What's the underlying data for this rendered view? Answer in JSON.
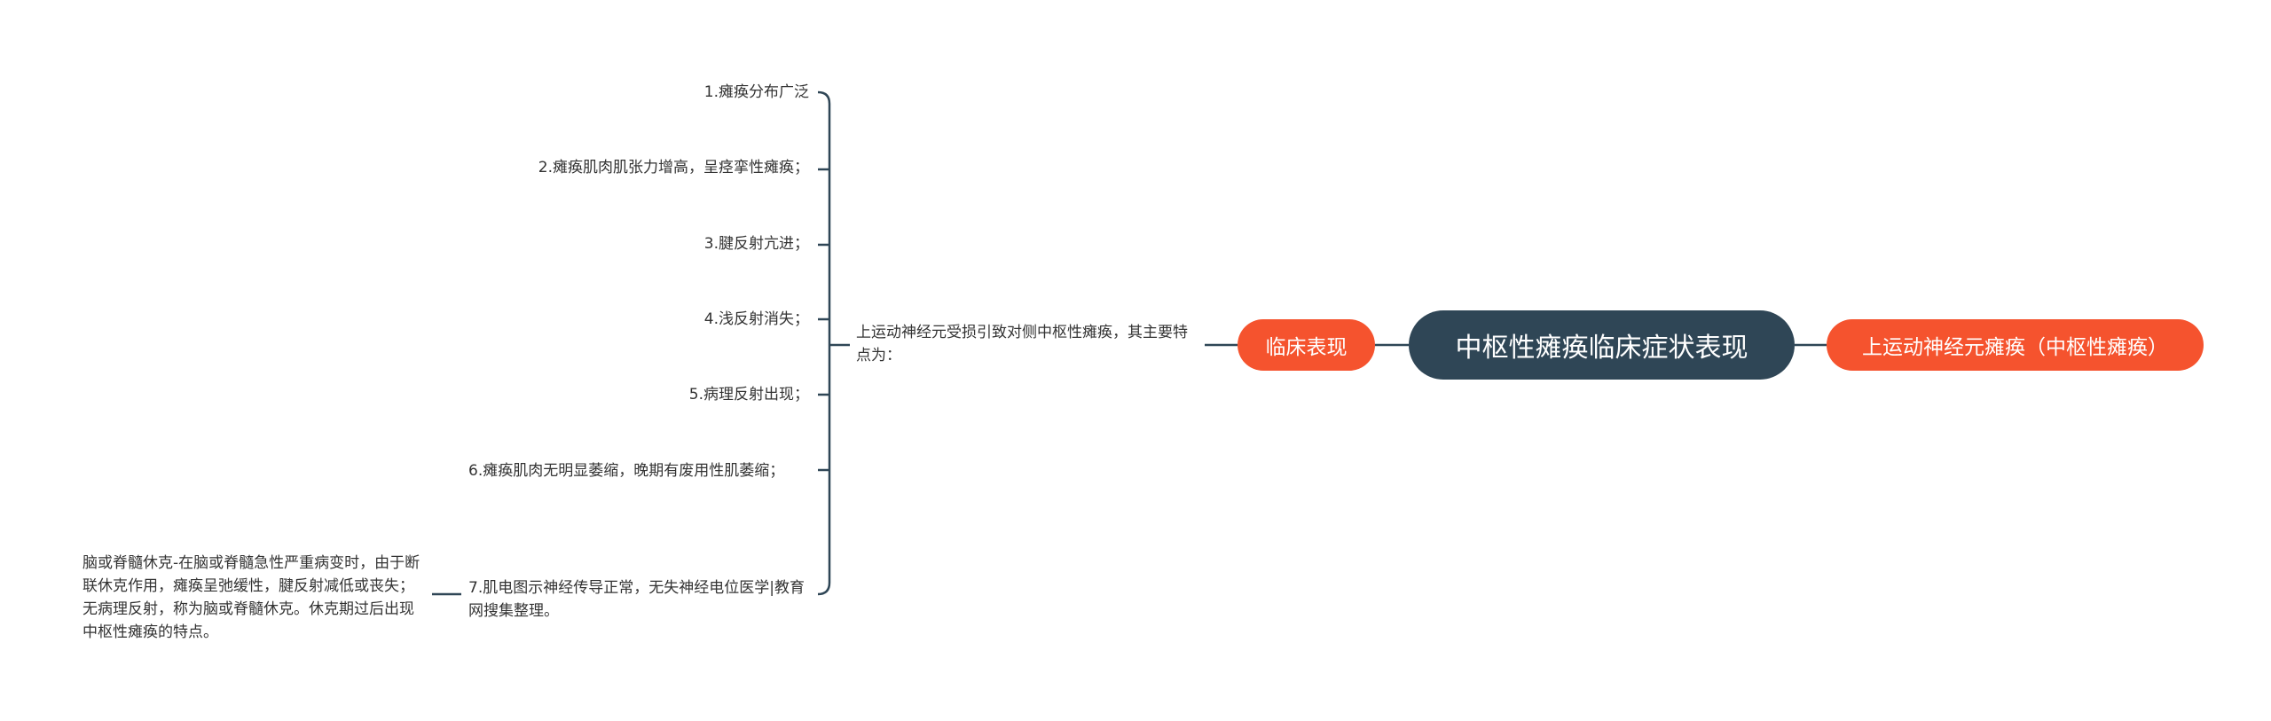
{
  "central": {
    "title": "中枢性瘫痪临床症状表现"
  },
  "branches": {
    "left": "临床表现",
    "right": "上运动神经元瘫痪（中枢性瘫痪）"
  },
  "summary": "上运动神经元受损引致对侧中枢性瘫痪，其主要特点为：",
  "points": [
    "1.瘫痪分布广泛",
    "2.瘫痪肌肉肌张力增高，呈痉挛性瘫痪；",
    "3.腱反射亢进；",
    "4.浅反射消失；",
    "5.病理反射出现；",
    "6.瘫痪肌肉无明显萎缩，晚期有废用性肌萎缩；",
    "7.肌电图示神经传导正常，无失神经电位医学|教育网搜集整理。"
  ],
  "note": "脑或脊髓休克-在脑或脊髓急性严重病变时，由于断联休克作用，瘫痪呈弛缓性，腱反射减低或丧失；无病理反射，称为脑或脊髓休克。休克期过后出现中枢性瘫痪的特点。",
  "colors": {
    "central_bg": "#2f4656",
    "branch_bg": "#f5532e",
    "line": "#2f4656",
    "text": "#333333"
  }
}
